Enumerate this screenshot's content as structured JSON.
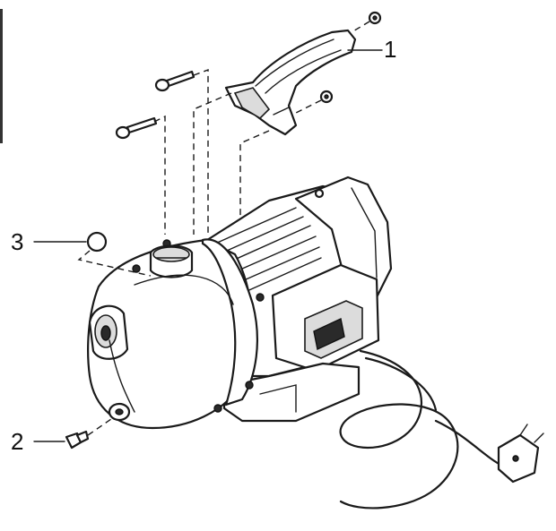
{
  "callouts": [
    {
      "number": "1",
      "part": "handle"
    },
    {
      "number": "2",
      "part": "drain-plug"
    },
    {
      "number": "3",
      "part": "fill-cap"
    }
  ]
}
